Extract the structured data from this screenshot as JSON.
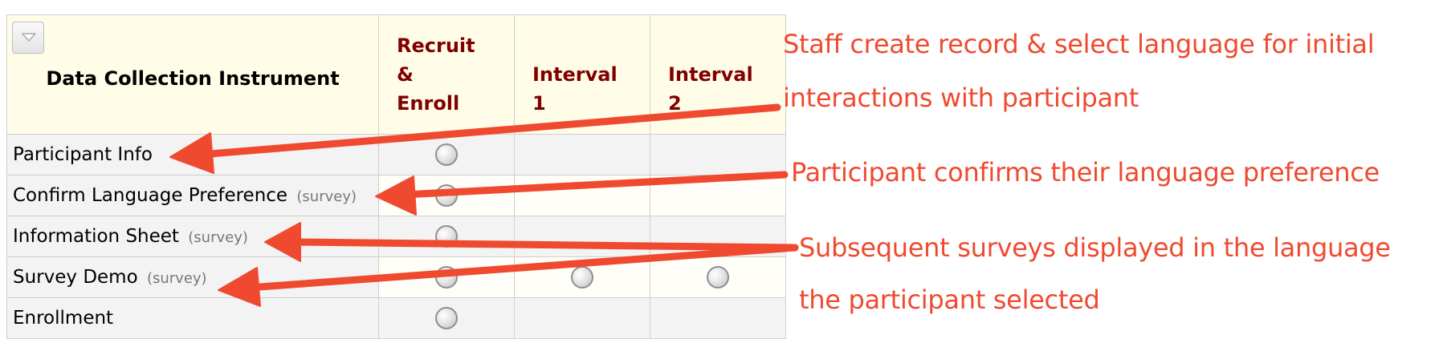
{
  "table": {
    "header": {
      "instrument_label": "Data Collection Instrument",
      "events": [
        {
          "words": [
            "Recruit",
            "&",
            "Enroll"
          ]
        },
        {
          "words": [
            "Interval",
            "1"
          ]
        },
        {
          "words": [
            "Interval",
            "2"
          ]
        }
      ]
    },
    "rows": [
      {
        "name": "Participant Info",
        "badge": "",
        "status": [
          true,
          false,
          false
        ]
      },
      {
        "name": "Confirm Language Preference",
        "badge": "(survey)",
        "status": [
          true,
          false,
          false
        ]
      },
      {
        "name": "Information Sheet",
        "badge": "(survey)",
        "status": [
          true,
          false,
          false
        ]
      },
      {
        "name": "Survey Demo",
        "badge": "(survey)",
        "status": [
          true,
          true,
          true
        ]
      },
      {
        "name": "Enrollment",
        "badge": "",
        "status": [
          true,
          false,
          false
        ]
      }
    ]
  },
  "annotations": {
    "staff_line1": "Staff create record & select language for initial",
    "staff_line2": "interactions with participant",
    "participant": "Participant confirms their language preference",
    "subsequent_line1": "Subsequent surveys displayed in the language",
    "subsequent_line2": "the participant selected"
  },
  "colors": {
    "annotation": "#ef4a2f",
    "event_header": "#800000",
    "header_background": "#fffde8"
  },
  "icons": {
    "collapse": "chevron-down-icon",
    "status": "status-circle-icon"
  }
}
